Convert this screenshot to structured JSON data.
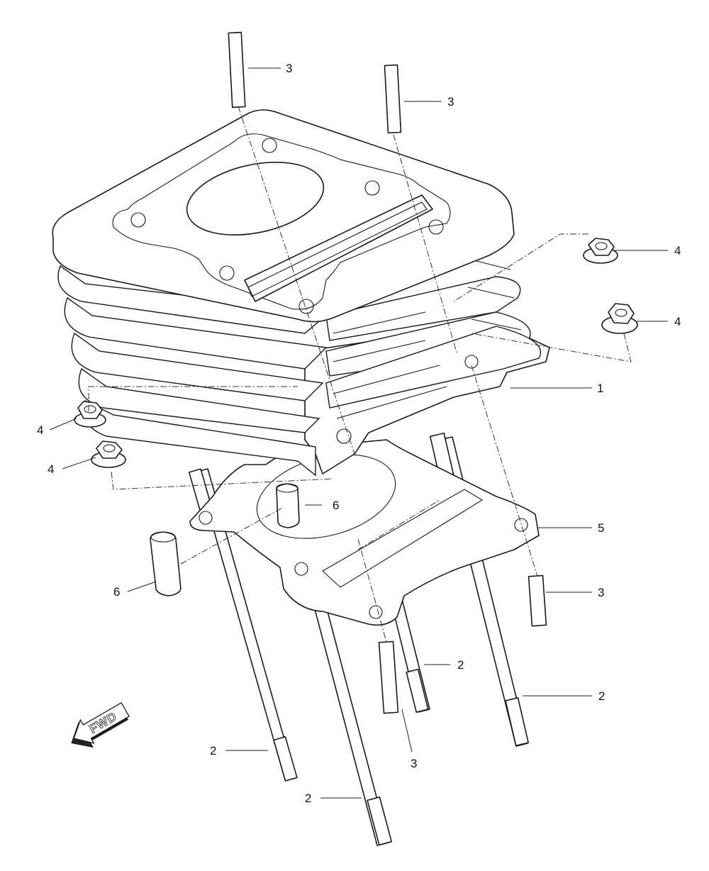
{
  "diagram": {
    "fwd_label": "FWD",
    "callouts": [
      {
        "id": "c1",
        "label": "1"
      },
      {
        "id": "c2a",
        "label": "2"
      },
      {
        "id": "c2b",
        "label": "2"
      },
      {
        "id": "c2c",
        "label": "2"
      },
      {
        "id": "c2d",
        "label": "2"
      },
      {
        "id": "c3a",
        "label": "3"
      },
      {
        "id": "c3b",
        "label": "3"
      },
      {
        "id": "c3c",
        "label": "3"
      },
      {
        "id": "c3d",
        "label": "3"
      },
      {
        "id": "c4a",
        "label": "4"
      },
      {
        "id": "c4b",
        "label": "4"
      },
      {
        "id": "c4c",
        "label": "4"
      },
      {
        "id": "c4d",
        "label": "4"
      },
      {
        "id": "c5",
        "label": "5"
      },
      {
        "id": "c6a",
        "label": "6"
      },
      {
        "id": "c6b",
        "label": "6"
      }
    ]
  }
}
